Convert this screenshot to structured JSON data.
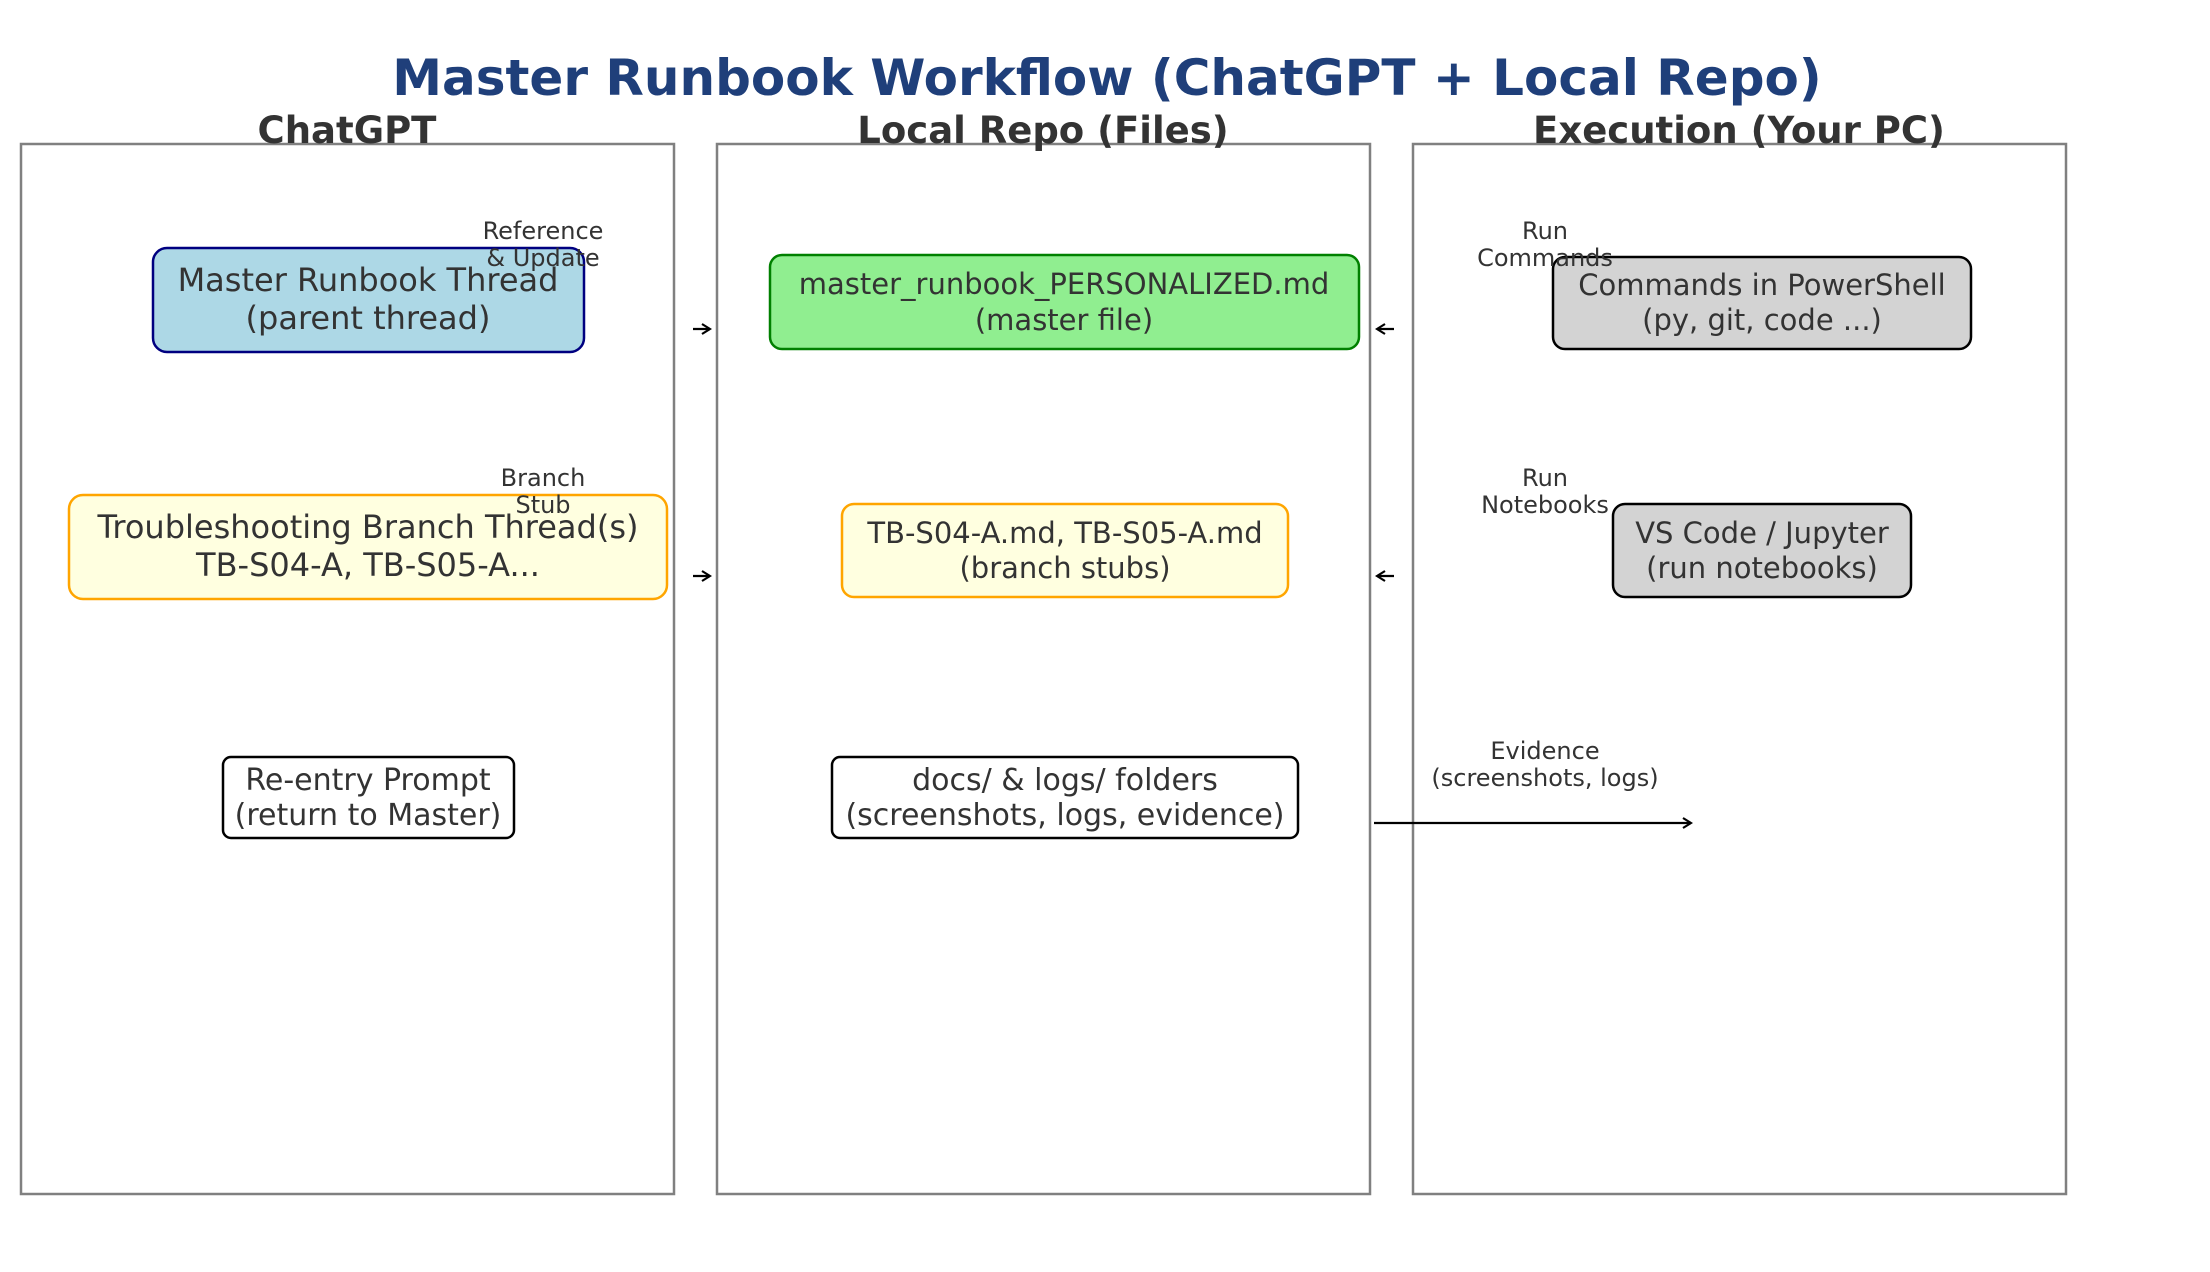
{
  "title": "Master Runbook Workflow (ChatGPT + Local Repo)",
  "colors": {
    "title": "#1f3f7a",
    "text": "#333333",
    "panel_border": "#808080",
    "master_thread_fill": "#add8e6",
    "master_thread_border": "#000080",
    "master_file_fill": "#90ee90",
    "master_file_border": "#008000",
    "branch_fill": "#ffffe0",
    "branch_border": "#ffa500",
    "exec_fill": "#d3d3d3",
    "plain_border": "#000000"
  },
  "columns": [
    {
      "id": "chatgpt",
      "title": "ChatGPT"
    },
    {
      "id": "repo",
      "title": "Local Repo (Files)"
    },
    {
      "id": "exec",
      "title": "Execution (Your PC)"
    }
  ],
  "nodes": {
    "master_thread": {
      "line1": "Master Runbook Thread",
      "line2": "(parent thread)"
    },
    "branch_thread": {
      "line1": "Troubleshooting Branch Thread(s)",
      "line2": "TB-S04-A, TB-S05-A..."
    },
    "reentry": {
      "line1": "Re-entry Prompt",
      "line2": "(return to Master)"
    },
    "master_file": {
      "line1": "master_runbook_PERSONALIZED.md",
      "line2": "(master file)"
    },
    "branch_stubs": {
      "line1": "TB-S04-A.md, TB-S05-A.md",
      "line2": "(branch stubs)"
    },
    "folders": {
      "line1": "docs/ & logs/ folders",
      "line2": "(screenshots, logs, evidence)"
    },
    "powershell": {
      "line1": "Commands in PowerShell",
      "line2": "(py, git, code ...)"
    },
    "vscode": {
      "line1": "VS Code / Jupyter",
      "line2": "(run notebooks)"
    }
  },
  "edge_labels": {
    "reference_update": {
      "line1": "Reference",
      "line2": "& Update"
    },
    "branch_stub": {
      "line1": "Branch",
      "line2": "Stub"
    },
    "run_commands": {
      "line1": "Run",
      "line2": "Commands"
    },
    "run_notebooks": {
      "line1": "Run",
      "line2": "Notebooks"
    },
    "evidence": {
      "line1": "Evidence",
      "line2": "(screenshots, logs)"
    }
  }
}
